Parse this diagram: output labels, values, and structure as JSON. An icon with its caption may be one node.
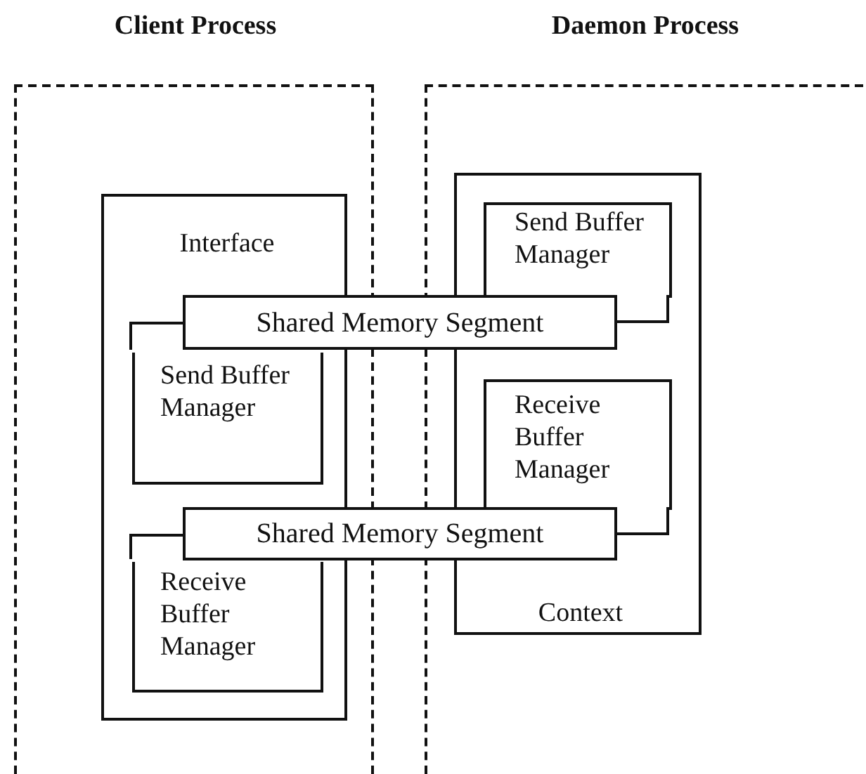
{
  "diagram": {
    "nodes": [
      {
        "text": [
          "Client Process"
        ]
      },
      {
        "text": [
          "Interface"
        ],
        "in": 0
      },
      {
        "text": [
          "Send Buffer Manager"
        ],
        "in": 1
      },
      {
        "text": [
          "Receive Buffer Manager"
        ],
        "in": 1
      },
      {
        "text": [
          "Daemon Process"
        ]
      },
      {
        "text": [
          "Context"
        ],
        "in": 4
      },
      {
        "text": [
          "Send Buffer Manager"
        ],
        "in": 5
      },
      {
        "text": [
          "Receive Buffer Manager"
        ],
        "in": 5
      },
      {
        "text": [
          "Shared Memory Segment"
        ]
      },
      {
        "text": [
          "Shared Memory Segment"
        ]
      }
    ]
  }
}
